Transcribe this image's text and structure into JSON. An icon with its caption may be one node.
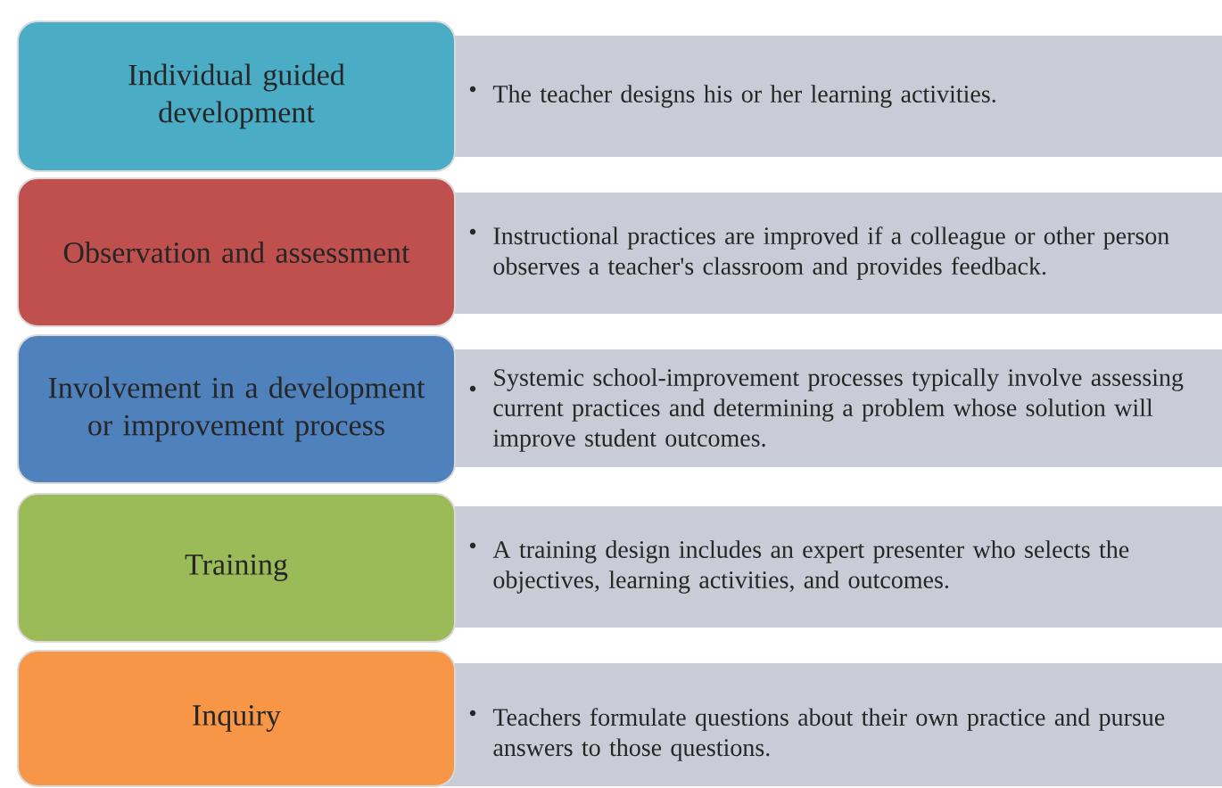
{
  "diagram": {
    "nodes": [
      {
        "text": [
          "Individual guided development"
        ]
      },
      {
        "text": [
          "The teacher designs his or her learning activities."
        ]
      },
      {
        "text": [
          "Observation and assessment"
        ]
      },
      {
        "text": [
          "Instructional practices are improved if a colleague or other person observes a teacher's classroom and provides feedback."
        ]
      },
      {
        "text": [
          "Involvement in a development or improvement process"
        ]
      },
      {
        "text": [
          "Systemic school-improvement processes typically involve assessing current practices and determining a problem whose solution will improve student outcomes."
        ]
      },
      {
        "text": [
          "Training"
        ]
      },
      {
        "text": [
          "A training design includes an expert presenter who selects the objectives, learning activities, and outcomes."
        ]
      },
      {
        "text": [
          "Inquiry"
        ]
      },
      {
        "text": [
          "Teachers formulate questions about their own practice and pursue answers to those questions."
        ]
      }
    ]
  }
}
